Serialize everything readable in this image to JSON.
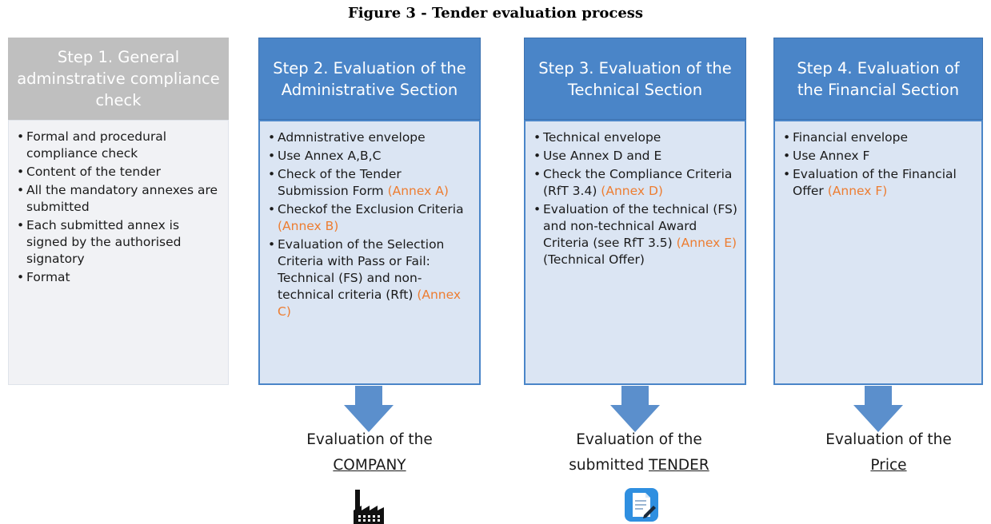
{
  "figure_title": "Figure 3 - Tender evaluation process",
  "colors": {
    "header_blue": "#4a85c8",
    "header_grey": "#bfbfbf",
    "annex_orange": "#ed7d31",
    "body_blue": "#dbe5f3",
    "body_grey": "#f1f2f5"
  },
  "steps": [
    {
      "title": "Step 1. General adminstrative compliance check",
      "items": [
        {
          "text": "Formal and procedural compliance check",
          "annex": ""
        },
        {
          "text": "Content of the tender",
          "annex": ""
        },
        {
          "text": "All the mandatory annexes are submitted",
          "annex": ""
        },
        {
          "text": "Each submitted annex is signed by the authorised signatory",
          "annex": ""
        },
        {
          "text": "Format",
          "annex": ""
        }
      ]
    },
    {
      "title": "Step 2. Evaluation of the Administrative Section",
      "items": [
        {
          "text": "Admnistrative envelope",
          "annex": ""
        },
        {
          "text": " Use Annex A,B,C",
          "annex": ""
        },
        {
          "text": "Check of the Tender Submission Form ",
          "annex": "(Annex A)"
        },
        {
          "text": "Checkof the Exclusion Criteria ",
          "annex": "(Annex B)"
        },
        {
          "text": "Evaluation of the Selection Criteria with Pass or Fail: Technical (FS) and  non-technical criteria (Rft) ",
          "annex": "(Annex C)"
        }
      ],
      "result": {
        "line1": "Evaluation of the",
        "prefix": "",
        "underlined": "COMPANY"
      },
      "icon": "factory-icon"
    },
    {
      "title": "Step 3. Evaluation of the  Technical Section",
      "items": [
        {
          "text": " Technical envelope",
          "annex": ""
        },
        {
          "text": "Use Annex D and E",
          "annex": ""
        },
        {
          "text": "Check the Compliance Criteria (RfT 3.4) ",
          "annex": "(Annex D)"
        },
        {
          "text": " Evaluation of the technical (FS) and non-technical Award Criteria (see RfT 3.5) ",
          "annex": "(Annex E)",
          "suffix": " (Technical Offer)"
        }
      ],
      "result": {
        "line1": "Evaluation of the",
        "prefix": "submitted ",
        "underlined": "TENDER"
      },
      "icon": "document-edit-icon"
    },
    {
      "title": "Step 4. Evaluation of the Financial Section",
      "items": [
        {
          "text": "Financial envelope",
          "annex": ""
        },
        {
          "text": "Use Annex F",
          "annex": ""
        },
        {
          "text": "Evaluation of the Financial Offer ",
          "annex": "(Annex F)"
        }
      ],
      "result": {
        "line1": "Evaluation of the",
        "prefix": "",
        "underlined": "Price"
      }
    }
  ]
}
